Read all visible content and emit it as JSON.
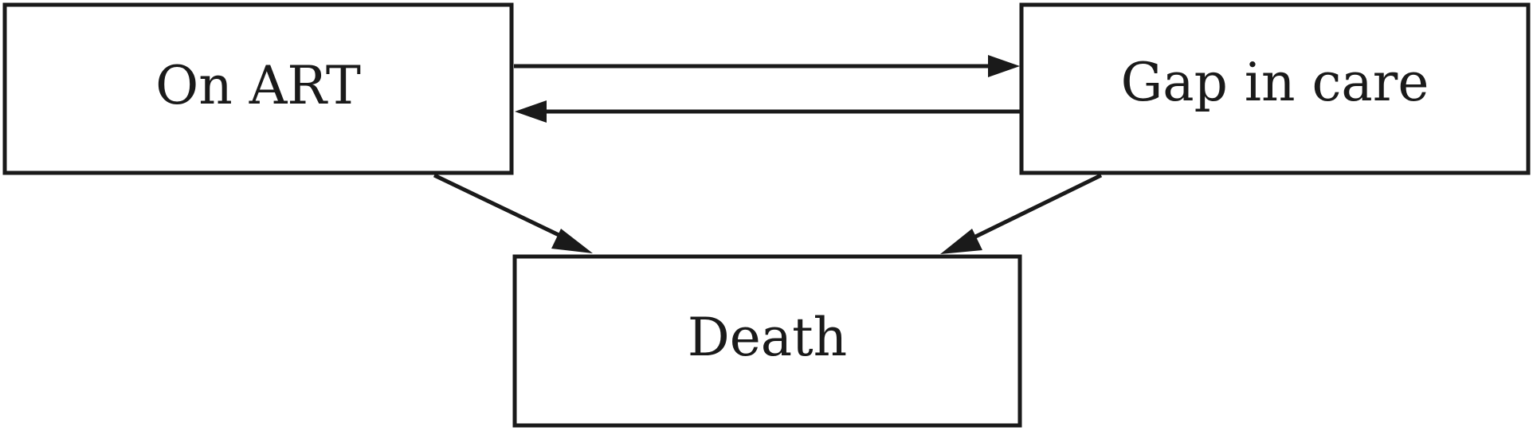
{
  "diagram": {
    "type": "state-transition",
    "nodes": {
      "on_art": {
        "label": "On ART"
      },
      "gap_in_care": {
        "label": "Gap in care"
      },
      "death": {
        "label": "Death"
      }
    },
    "edges": [
      {
        "from": "On ART",
        "to": "Gap in care"
      },
      {
        "from": "Gap in care",
        "to": "On ART"
      },
      {
        "from": "On ART",
        "to": "Death"
      },
      {
        "from": "Gap in care",
        "to": "Death"
      }
    ],
    "colors": {
      "stroke": "#1a1a1a",
      "background": "#ffffff"
    }
  }
}
